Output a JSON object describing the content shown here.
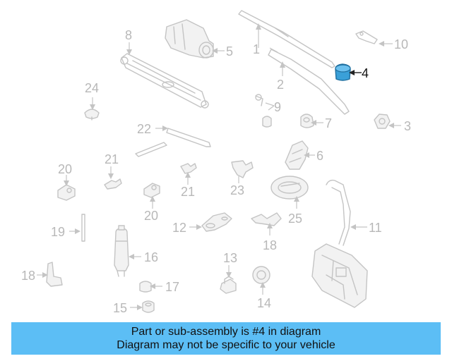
{
  "banner": {
    "line1": "Part or sub-assembly is #4 in diagram",
    "line2": "Diagram may not be specific to your vehicle"
  },
  "colors": {
    "banner_background": "#5cbef5",
    "highlight_part": "#3aa0d8",
    "part_outline": "#c4c4c4"
  },
  "diagram": {
    "highlighted_callout": "4",
    "callouts": {
      "c1": "1",
      "c2": "2",
      "c3": "3",
      "c4": "4",
      "c5": "5",
      "c6": "6",
      "c7": "7",
      "c8": "8",
      "c9": "9",
      "c10": "10",
      "c11": "11",
      "c12": "12",
      "c13": "13",
      "c14": "14",
      "c15": "15",
      "c16": "16",
      "c17": "17",
      "c18a": "18",
      "c18b": "18",
      "c19": "19",
      "c20a": "20",
      "c20b": "20",
      "c21a": "21",
      "c21b": "21",
      "c22": "22",
      "c23": "23",
      "c24": "24",
      "c25": "25"
    }
  }
}
